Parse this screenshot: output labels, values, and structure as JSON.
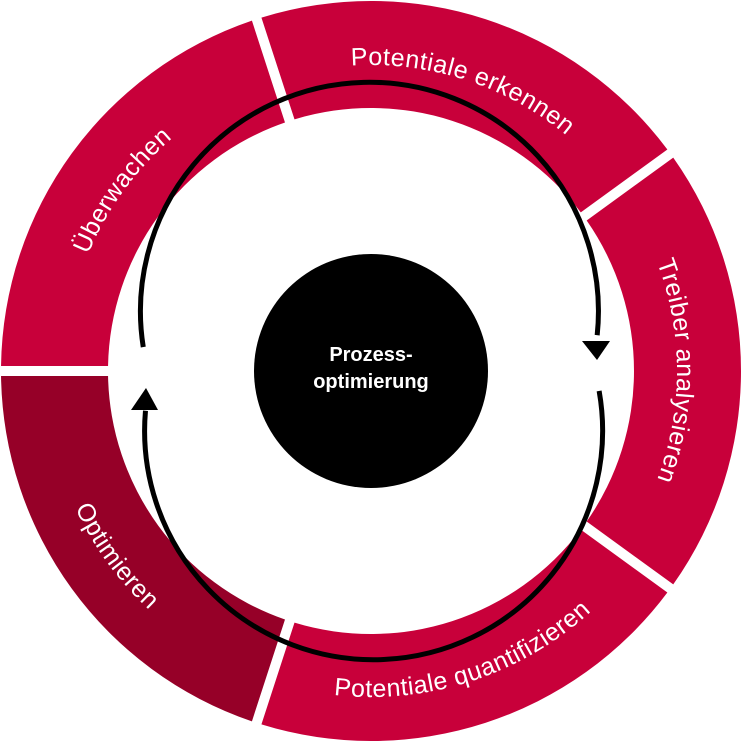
{
  "center": {
    "line1": "Prozess-",
    "line2": "optimierung"
  },
  "segments": [
    {
      "label": "Potentiale erkennen",
      "color": "#c8003a",
      "direction": "cw"
    },
    {
      "label": "Treiber analysieren",
      "color": "#c8003a",
      "direction": "cw"
    },
    {
      "label": "Potentiale quantifizieren",
      "color": "#c8003a",
      "direction": "ccw"
    },
    {
      "label": "Optimieren",
      "color": "#960028",
      "direction": "ccw"
    },
    {
      "label": "Überwachen",
      "color": "#c8003a",
      "direction": "cw"
    }
  ],
  "colors": {
    "arrow": "#000000",
    "center": "#000000"
  }
}
